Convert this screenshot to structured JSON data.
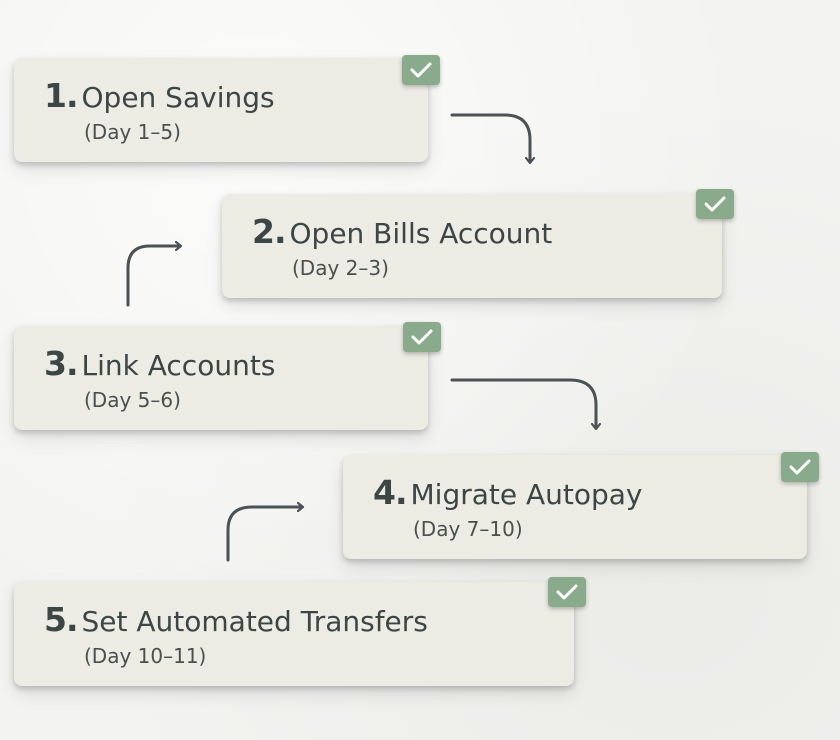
{
  "steps": [
    {
      "number": "1.",
      "label": "Open Savings",
      "days": "(Day 1–5)"
    },
    {
      "number": "2.",
      "label": "Open Bills Account",
      "days": "(Day 2–3)"
    },
    {
      "number": "3.",
      "label": "Link Accounts",
      "days": "(Day 5–6)"
    },
    {
      "number": "4.",
      "label": "Migrate Autopay",
      "days": "(Day 7–10)"
    },
    {
      "number": "5.",
      "label": "Set Automated Transfers",
      "days": "(Day 10–11)"
    }
  ],
  "colors": {
    "card": "#ecebe4",
    "checkbox": "#8aab8b",
    "arrow": "#4a5256",
    "text": "#3c4644"
  },
  "icons": [
    "check-icon",
    "arrow-right-down-icon",
    "arrow-up-right-icon"
  ]
}
